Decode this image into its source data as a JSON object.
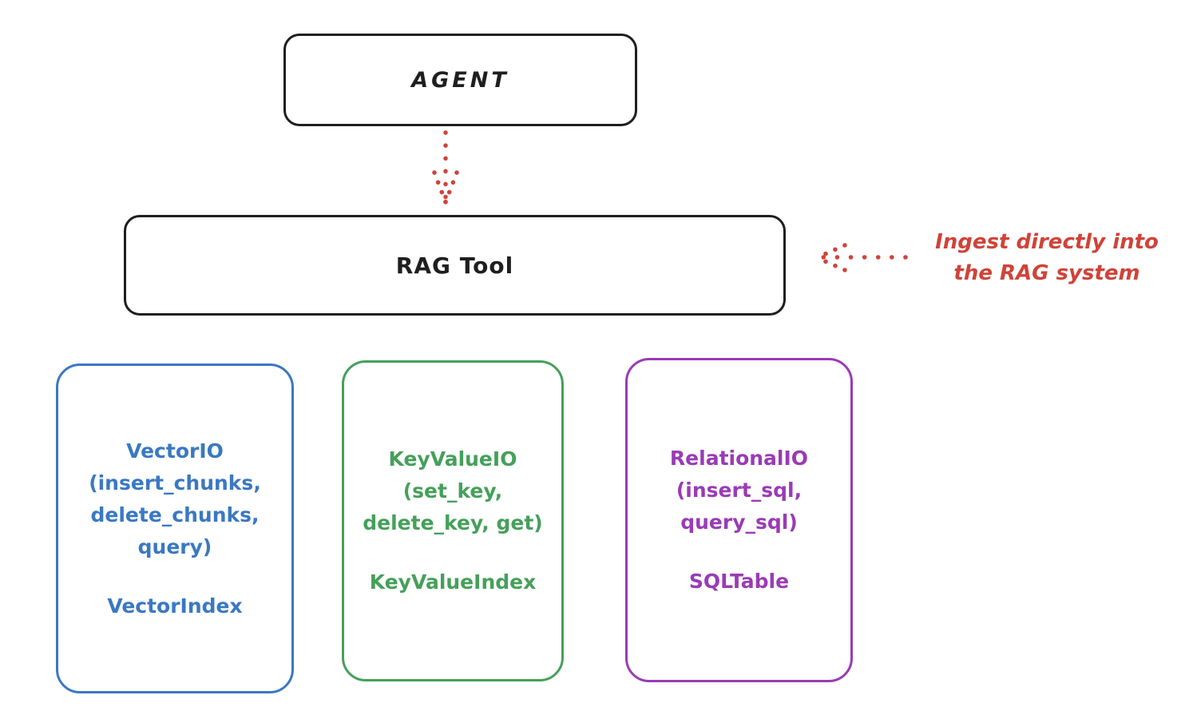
{
  "diagram": {
    "title_implicit": "RAG Tool architecture sketch",
    "agent": {
      "label": "AGENT"
    },
    "rag_tool": {
      "label": "RAG Tool"
    },
    "annotation": {
      "line1": "Ingest directly into",
      "line2": "the RAG system",
      "color": "#d04338",
      "arrow_style": "dotted",
      "arrow_direction": "left-toward-rag-tool"
    },
    "agent_to_rag_arrow": {
      "style": "dotted",
      "direction": "down",
      "color": "#d04338"
    },
    "backends": [
      {
        "id": "vector-io",
        "color": "#3a78c2",
        "lines": [
          "VectorIO",
          "(insert_chunks,",
          "delete_chunks,",
          "query)"
        ],
        "index_label": "VectorIndex"
      },
      {
        "id": "keyvalue-io",
        "color": "#45a05a",
        "lines": [
          "KeyValueIO",
          "(set_key,",
          "delete_key, get)"
        ],
        "index_label": "KeyValueIndex"
      },
      {
        "id": "relational-io",
        "color": "#9a3bb5",
        "lines": [
          "RelationalIO",
          "(insert_sql,",
          "query_sql)"
        ],
        "index_label": "SQLTable"
      }
    ],
    "colors": {
      "stroke_black": "#1f1f1f",
      "accent_red": "#d04338",
      "background": "#ffffff"
    }
  }
}
